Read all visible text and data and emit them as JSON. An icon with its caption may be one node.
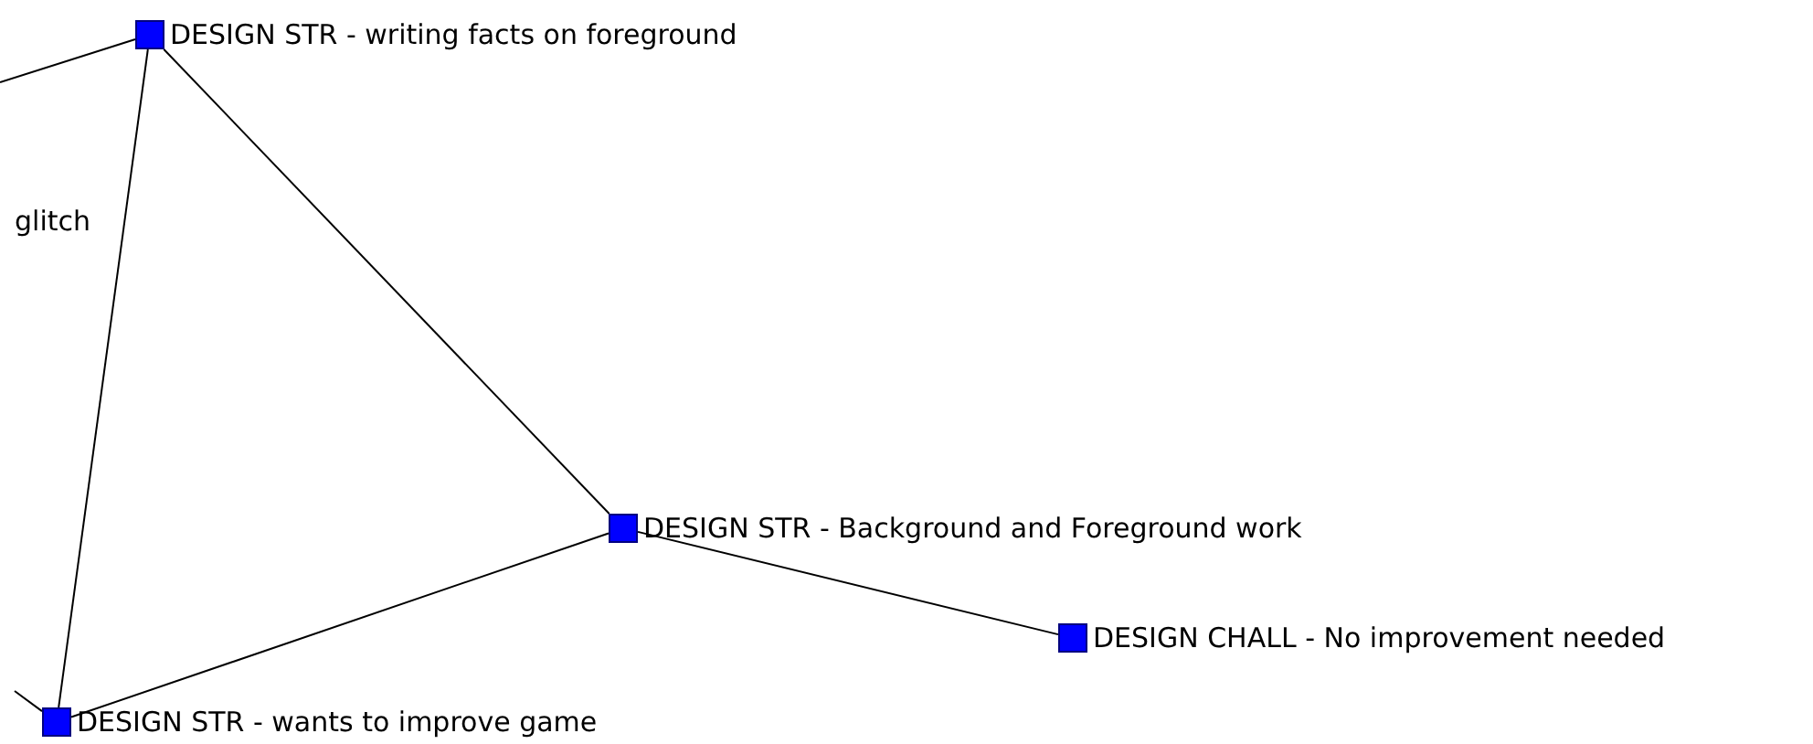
{
  "diagram": {
    "nodes": [
      {
        "text": [
          "DESIGN STR - writing facts on foreground"
        ]
      },
      {
        "text": [
          "DESIGN STR - Background and Foreground work"
        ]
      },
      {
        "text": [
          "DESIGN CHALL - No improvement needed"
        ]
      },
      {
        "text": [
          "DESIGN STR - wants to improve game"
        ]
      }
    ],
    "edges": [
      {
        "from": null,
        "to": 0,
        "arrow": "none"
      },
      {
        "from": 0,
        "to": 1,
        "arrow": "none"
      },
      {
        "from": 0,
        "to": 3,
        "arrow": "none"
      },
      {
        "from": 1,
        "to": 3,
        "arrow": "none"
      },
      {
        "from": 1,
        "to": 2,
        "arrow": "none"
      },
      {
        "from": null,
        "to": 3,
        "arrow": "none"
      }
    ],
    "labels": [
      "glitch"
    ]
  }
}
